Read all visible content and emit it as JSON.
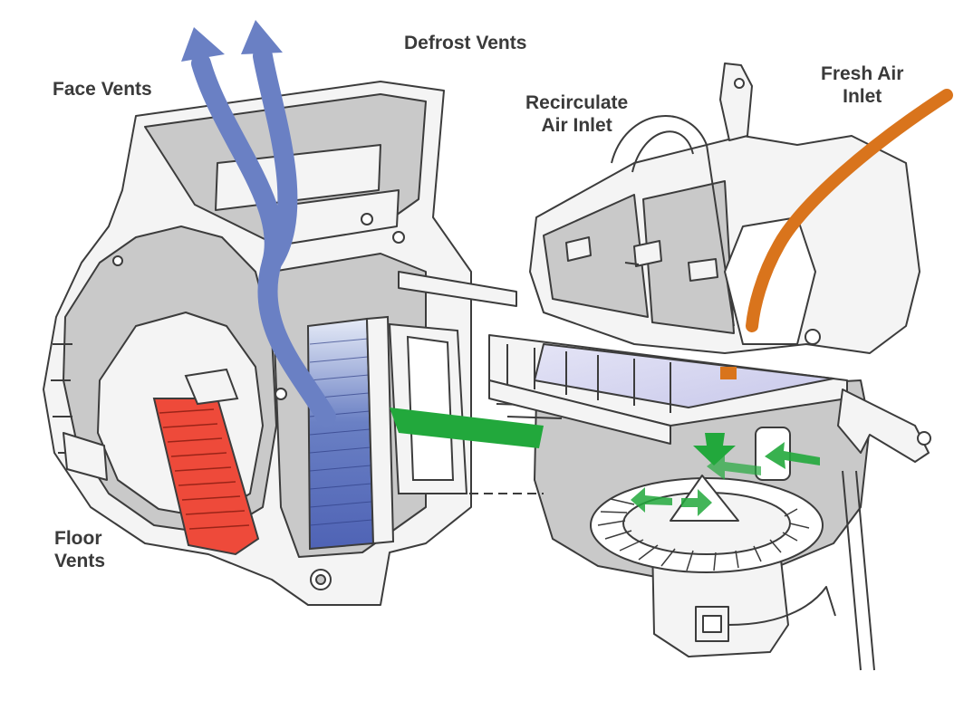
{
  "labels": {
    "face_vents": "Face Vents",
    "defrost_vents": "Defrost Vents",
    "recirculate_line1": "Recirculate",
    "recirculate_line2": "Air Inlet",
    "fresh_air_line1": "Fresh Air",
    "fresh_air_line2": "Inlet",
    "floor_line1": "Floor",
    "floor_line2": "Vents"
  },
  "colors": {
    "housing_fill": "#f4f4f4",
    "housing_shade": "#c9c9c9",
    "outline": "#3c3c3c",
    "vent_airflow_blue": "#6a80c4",
    "evaporator_blue": "#4f63b5",
    "heater_core_red": "#ee4a3a",
    "recirc_airflow_green": "#22a83c",
    "fresh_air_orange": "#d9741c",
    "filter_lilac": "#dcdcf2"
  }
}
